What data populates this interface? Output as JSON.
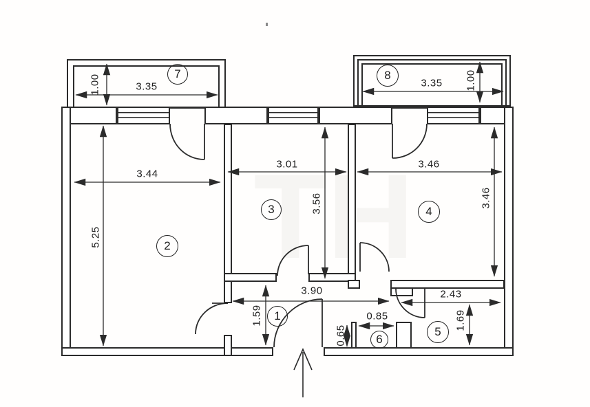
{
  "plan": {
    "watermark": "TH",
    "rooms": {
      "r1": {
        "number": "1",
        "width": "3.90",
        "height": "1.59"
      },
      "r2": {
        "number": "2",
        "width": "3.44",
        "height": "5.25"
      },
      "r3": {
        "number": "3",
        "width": "3.01",
        "height": "3.56"
      },
      "r4": {
        "number": "4",
        "width": "3.46",
        "height": "3.46"
      },
      "r5": {
        "number": "5",
        "width": "2.43",
        "height": "1.69"
      },
      "r6": {
        "number": "6",
        "width": "0.85",
        "height": "0.65"
      },
      "r7": {
        "number": "7",
        "width": "3.35",
        "height": "1.00"
      },
      "r8": {
        "number": "8",
        "width": "3.35",
        "height": "1.00"
      }
    },
    "colors": {
      "line": "#2b2b2b",
      "background": "#ffffff"
    }
  }
}
